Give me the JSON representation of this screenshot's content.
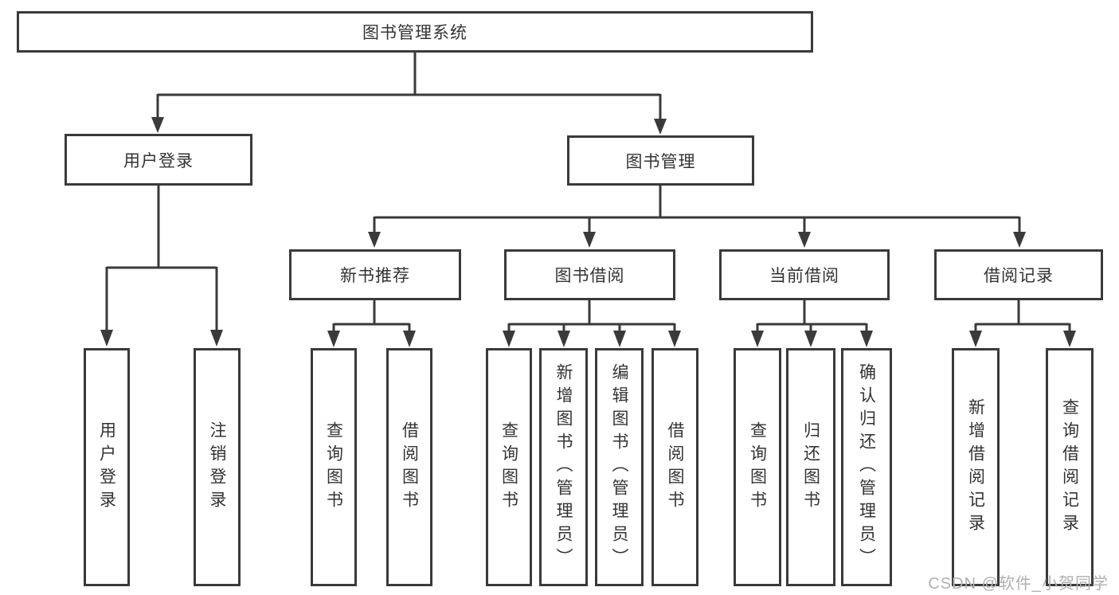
{
  "diagram": {
    "type": "tree",
    "root": {
      "label": "图书管理系统"
    },
    "level1": [
      {
        "label": "用户登录"
      },
      {
        "label": "图书管理"
      }
    ],
    "level2": [
      {
        "label": "新书推荐",
        "parent": "图书管理"
      },
      {
        "label": "图书借阅",
        "parent": "图书管理"
      },
      {
        "label": "当前借阅",
        "parent": "图书管理"
      },
      {
        "label": "借阅记录",
        "parent": "图书管理"
      }
    ],
    "leaves": [
      {
        "label": "用户登录",
        "parent": "用户登录"
      },
      {
        "label": "注销登录",
        "parent": "用户登录"
      },
      {
        "label": "查询图书",
        "parent": "新书推荐"
      },
      {
        "label": "借阅图书",
        "parent": "新书推荐"
      },
      {
        "label": "查询图书",
        "parent": "图书借阅"
      },
      {
        "label": "新增图书（管理员）",
        "parent": "图书借阅"
      },
      {
        "label": "编辑图书（管理员）",
        "parent": "图书借阅"
      },
      {
        "label": "借阅图书",
        "parent": "图书借阅"
      },
      {
        "label": "查询图书",
        "parent": "当前借阅"
      },
      {
        "label": "归还图书",
        "parent": "当前借阅"
      },
      {
        "label": "确认归还（管理员）",
        "parent": "当前借阅"
      },
      {
        "label": "新增借阅记录",
        "parent": "借阅记录"
      },
      {
        "label": "查询借阅记录",
        "parent": "借阅记录"
      }
    ]
  },
  "watermark": {
    "text": "CSDN @软件_小贺同学"
  },
  "colors": {
    "line": "#3a3a3a",
    "text": "#333333",
    "watermark": "#b0b0b0",
    "background": "#ffffff"
  }
}
